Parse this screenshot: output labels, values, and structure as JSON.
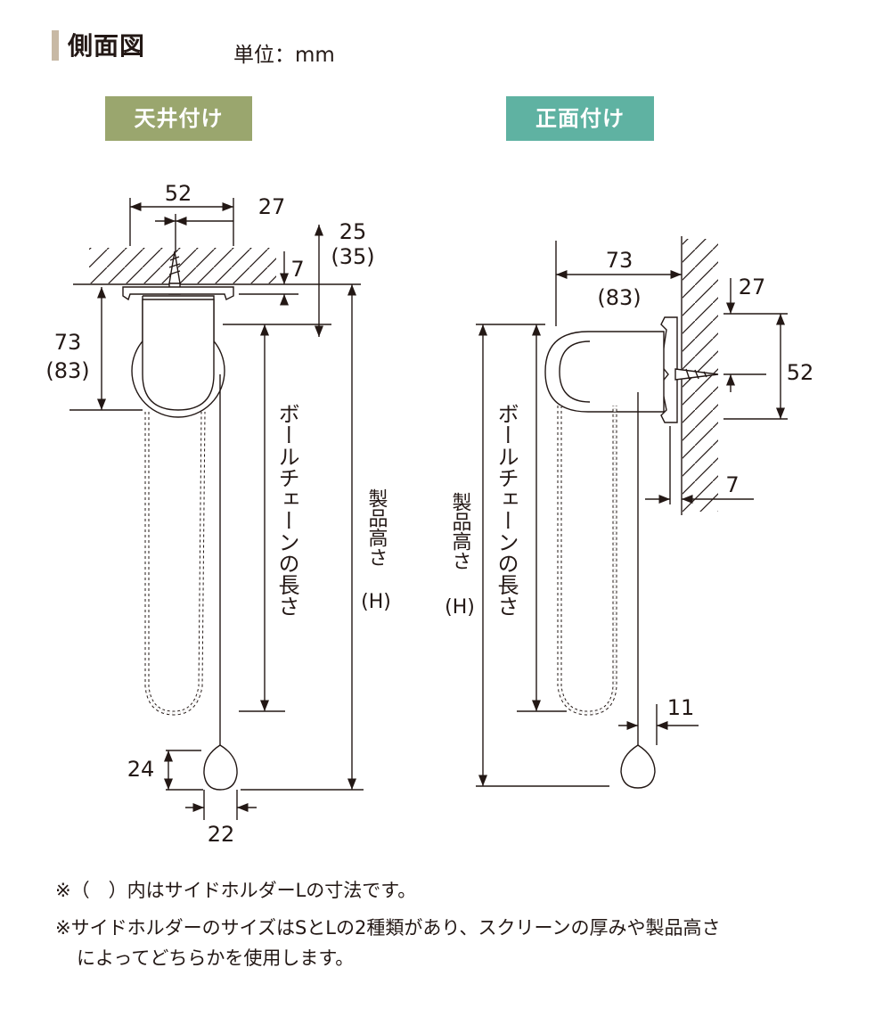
{
  "header": {
    "title": "側面図",
    "unit": "単位：mm"
  },
  "ceiling_mount": {
    "label": "天井付け",
    "color": "#9aa66e",
    "dim_width": "52",
    "dim_screw": "27",
    "dim_top": "25",
    "dim_top_alt": "(35)",
    "dim_bracket": "7",
    "dim_height": "73",
    "dim_height_alt": "(83)",
    "chain_label": "ボールチェーンの長さ",
    "product_height_label": "製品高さ",
    "product_height_symbol": "(H)",
    "dim_weight_h": "24",
    "dim_weight_w": "22"
  },
  "front_mount": {
    "label": "正面付け",
    "color": "#5fb2a2",
    "dim_depth": "73",
    "dim_depth_alt": "(83)",
    "dim_screw": "27",
    "dim_width": "52",
    "dim_bracket": "7",
    "chain_label": "ボールチェーンの長さ",
    "product_height_label": "製品高さ",
    "product_height_symbol": "(H)",
    "dim_offset": "11"
  },
  "notes": {
    "note1": "※（　）内はサイドホルダーLの寸法です。",
    "note2": "※サイドホルダーのサイズはSとLの2種類があり、スクリーンの厚みや製品高さ",
    "note2_cont": "によってどちらかを使用します。"
  }
}
